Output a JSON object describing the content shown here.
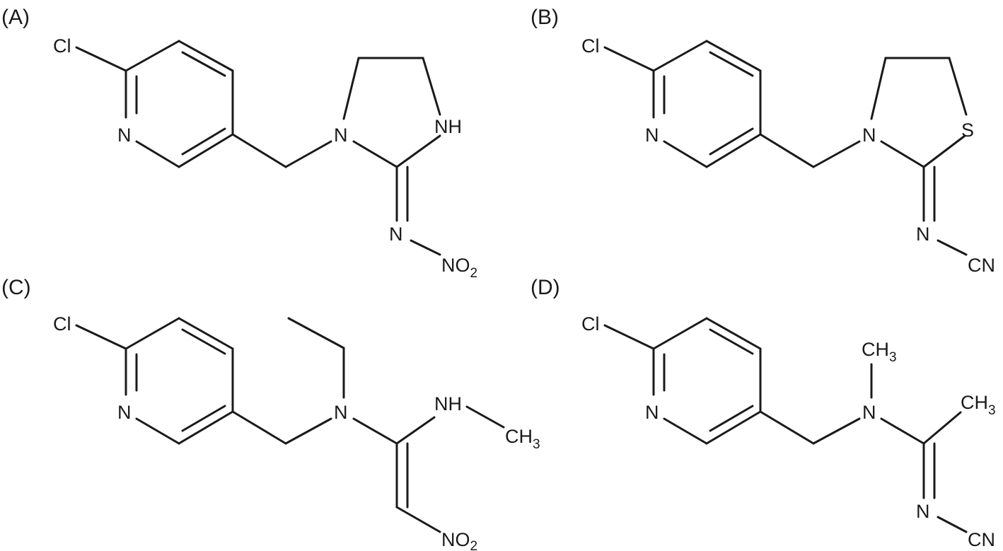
{
  "panels": {
    "a": {
      "label": "(A)",
      "atoms": {
        "cl": "Cl",
        "n_pyr": "N",
        "n1": "N",
        "nh": "NH",
        "n_imine": "N",
        "no2_main": "NO",
        "no2_sub": "2"
      }
    },
    "b": {
      "label": "(B)",
      "atoms": {
        "cl": "Cl",
        "n_pyr": "N",
        "n3": "N",
        "s": "S",
        "n_imine": "N",
        "cn": "CN"
      }
    },
    "c": {
      "label": "(C)",
      "atoms": {
        "cl": "Cl",
        "n_pyr": "N",
        "n_amine": "N",
        "nh": "NH",
        "ch3_main": "CH",
        "ch3_sub": "3",
        "no2_main": "NO",
        "no2_sub": "2"
      }
    },
    "d": {
      "label": "(D)",
      "atoms": {
        "cl": "Cl",
        "n_pyr": "N",
        "n_amine": "N",
        "ch3_top_main": "CH",
        "ch3_top_sub": "3",
        "ch3_right_main": "CH",
        "ch3_right_sub": "3",
        "n_imine": "N",
        "cn": "CN"
      }
    }
  }
}
